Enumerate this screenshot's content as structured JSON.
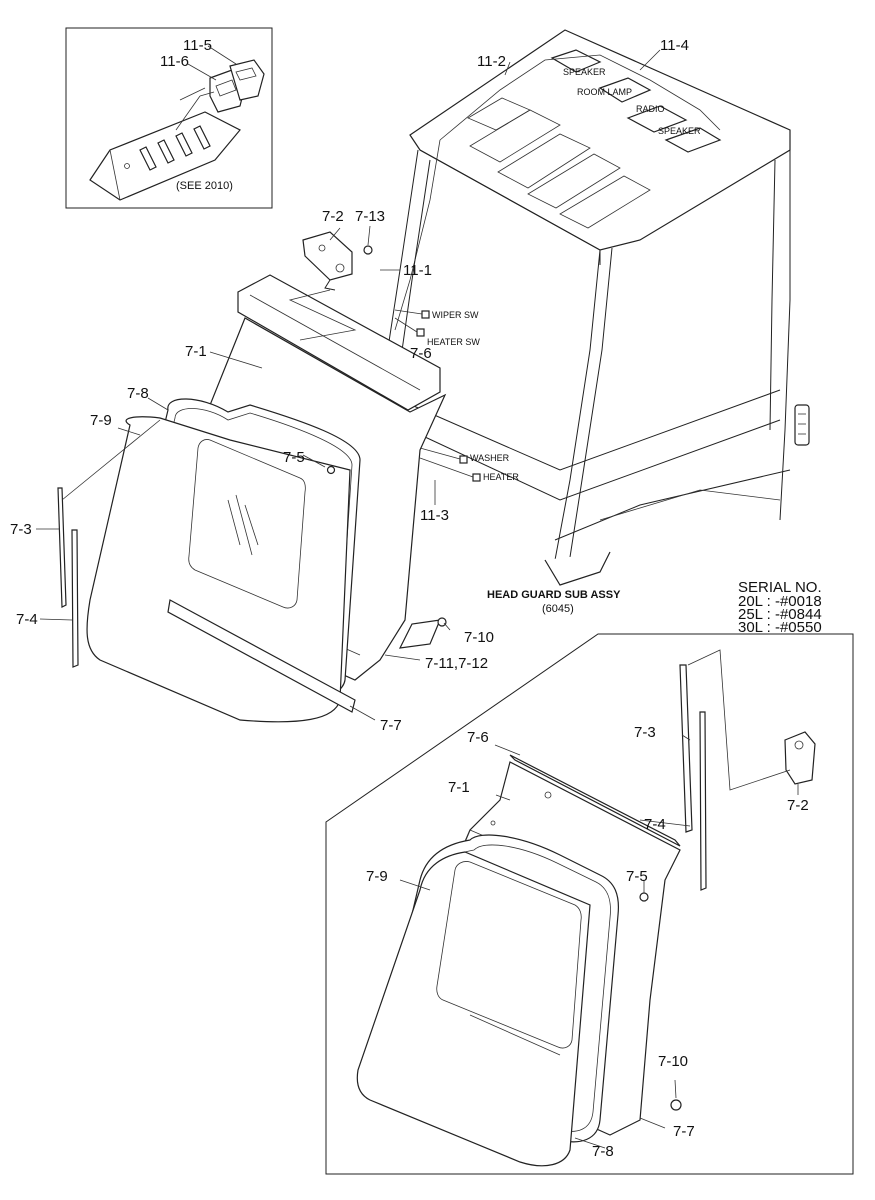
{
  "inset": {
    "caption": "(SEE 2010)",
    "callouts": [
      "11-5",
      "11-6"
    ]
  },
  "head_guard": {
    "title": "HEAD GUARD SUB ASSY",
    "ref": "(6045)"
  },
  "roof_labels": {
    "speaker_1": "SPEAKER",
    "room_lamp": "ROOM LAMP",
    "radio": "RADIO",
    "speaker_2": "SPEAKER"
  },
  "switch_labels": {
    "wiper_sw": "WIPER SW",
    "heater_sw": "HEATER SW",
    "washer": "WASHER",
    "heater": "HEATER"
  },
  "serial": {
    "title": "SERIAL NO.",
    "lines": [
      "20L : -#0018",
      "25L : -#0844",
      "30L : -#0550"
    ]
  },
  "callouts_top": {
    "c11_2": "11-2",
    "c11_4": "11-4",
    "c7_2": "7-2",
    "c7_13": "7-13",
    "c11_1": "11-1",
    "c7_1": "7-1",
    "c7_6": "7-6",
    "c7_8": "7-8",
    "c7_9": "7-9",
    "c7_5": "7-5",
    "c11_3": "11-3",
    "c7_3": "7-3",
    "c7_4": "7-4",
    "c7_10": "7-10",
    "c7_11_12": "7-11,7-12",
    "c7_7": "7-7"
  },
  "callouts_bottom": {
    "c7_6": "7-6",
    "c7_3": "7-3",
    "c7_1": "7-1",
    "c7_4": "7-4",
    "c7_2": "7-2",
    "c7_9": "7-9",
    "c7_5": "7-5",
    "c7_10": "7-10",
    "c7_7": "7-7",
    "c7_8": "7-8"
  }
}
